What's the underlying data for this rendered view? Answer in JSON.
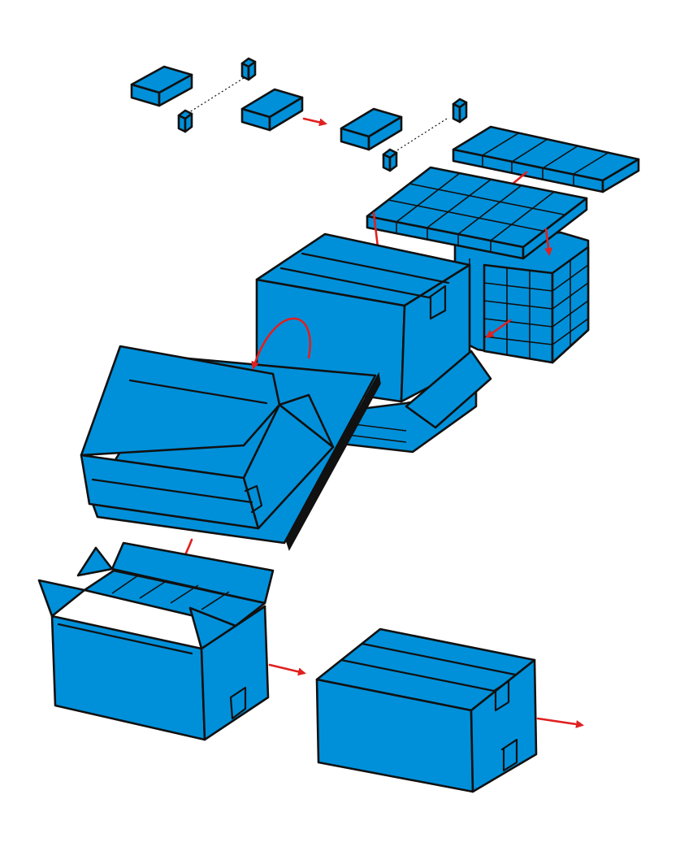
{
  "colors": {
    "carton_fill": "#0090DA",
    "outline": "#111111",
    "flow_arrow": "#E02020",
    "background": "#FFFFFF"
  },
  "steps": [
    {
      "id": "product-joining",
      "icon": "product-pack-icon"
    },
    {
      "id": "row-forming",
      "icon": "pack-row-icon"
    },
    {
      "id": "layer-stacking",
      "icon": "pack-layer-icon"
    },
    {
      "id": "case-erecting",
      "icon": "carton-icon"
    },
    {
      "id": "case-loading",
      "icon": "open-carton-icon"
    },
    {
      "id": "case-sealing",
      "icon": "sealed-carton-icon"
    }
  ]
}
